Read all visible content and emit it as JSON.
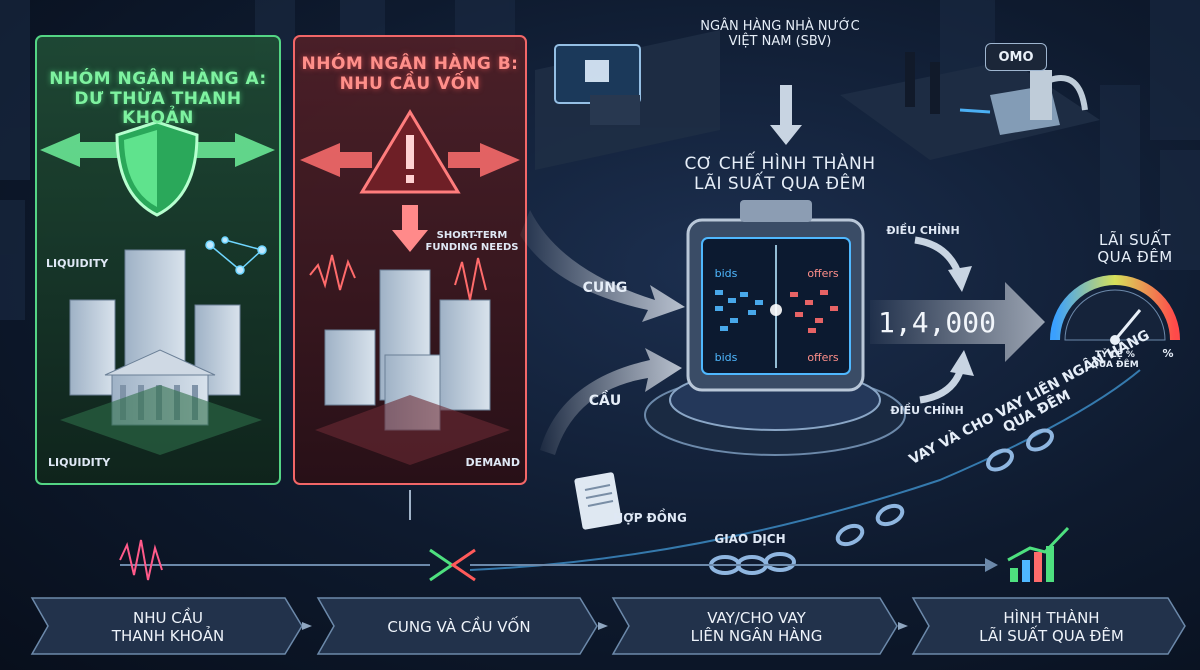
{
  "groupA": {
    "title": "NHÓM NGÂN HÀNG A:\nDƯ THỪA THANH KHOẢN",
    "liquidity_top": "LIQUIDITY",
    "liquidity_bottom": "LIQUIDITY"
  },
  "groupB": {
    "title": "NHÓM NGÂN HÀNG B:\nNHU CẦU VỐN",
    "funding": "SHORT-TERM\nFUNDING NEEDS",
    "demand": "DEMAND"
  },
  "sbv": {
    "title": "NGÂN HÀNG NHÀ NƯỚC\nVIỆT NAM (SBV)",
    "omo": "OMO"
  },
  "mechanism": {
    "title": "CƠ CHẾ HÌNH THÀNH\nLÃI SUẤT QUA ĐÊM",
    "bids_top": "bids",
    "offers_top": "offers",
    "bids_bottom": "bids",
    "offers_bottom": "offers"
  },
  "flows": {
    "supply": "CUNG",
    "demand": "CẦU",
    "adjust_top": "ĐIỀU CHỈNH",
    "adjust_bottom": "ĐIỀU CHỈNH",
    "contract": "HỢP ĐỒNG",
    "transaction": "GIAO DỊCH",
    "interbank": "VAY VÀ CHO VAY LIÊN NGÂN HÀNG\nQUA ĐÊM"
  },
  "rate": {
    "display": "1,4,000",
    "title": "LÃI SUẤT\nQUA ĐÊM",
    "gauge": "TỶ LỆ %\nQUA ĐÊM",
    "percent": "%"
  },
  "steps": [
    "NHU CẦU\nTHANH KHOẢN",
    "CUNG VÀ CẦU VỐN",
    "VAY/CHO VAY\nLIÊN NGÂN HÀNG",
    "HÌNH THÀNH\nLÃI SUẤT QUA ĐÊM"
  ],
  "colors": {
    "green": "#4ee07f",
    "red": "#ff5a5a",
    "blue": "#4fb8ff",
    "panel": "#16243b"
  }
}
